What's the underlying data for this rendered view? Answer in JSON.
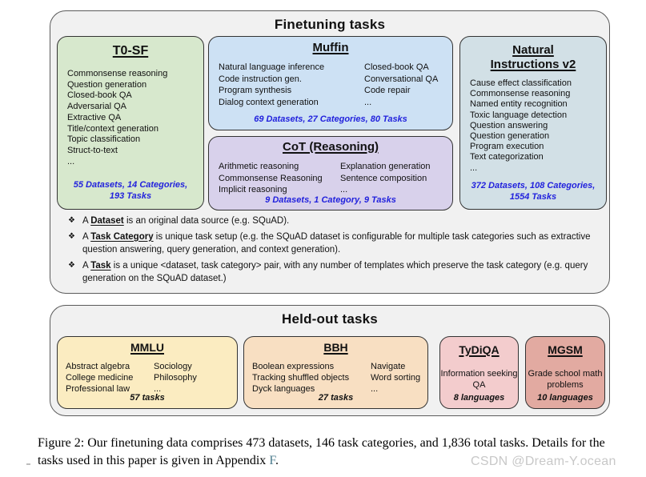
{
  "colors": {
    "panel_bg": "#f1f1f1",
    "panel_border": "#5b5b5b",
    "box_border": "#333333",
    "t0sf_bg": "#d7e8cd",
    "muffin_bg": "#cde1f4",
    "cot_bg": "#d8d1eb",
    "niv2_bg": "#d2e0e6",
    "mmlu_bg": "#fbecc1",
    "bbh_bg": "#f8dfc2",
    "tydiqa_bg": "#f3cccd",
    "mgsm_bg": "#e2aaa1",
    "stats_blue": "#2222dd",
    "link_teal": "#4d7d8e",
    "watermark_gray": "#c8c8c8"
  },
  "finetuning": {
    "title": "Finetuning tasks",
    "t0sf": {
      "title": "T0-SF",
      "items": [
        "Commonsense reasoning",
        "Question generation",
        "Closed-book QA",
        "Adversarial QA",
        "Extractive QA",
        "Title/context generation",
        "Topic classification",
        "Struct-to-text",
        "..."
      ],
      "stats": [
        "55 Datasets, 14 Categories,",
        "193 Tasks"
      ]
    },
    "muffin": {
      "title": "Muffin",
      "col1": [
        "Natural language inference",
        "Code instruction gen.",
        "Program synthesis",
        "Dialog context generation"
      ],
      "col2": [
        "Closed-book QA",
        "Conversational QA",
        "Code repair",
        "..."
      ],
      "stats": [
        "69 Datasets, 27 Categories, 80 Tasks"
      ]
    },
    "cot": {
      "title": "CoT (Reasoning)",
      "col1": [
        "Arithmetic reasoning",
        "Commonsense Reasoning",
        "Implicit reasoning"
      ],
      "col2": [
        "Explanation generation",
        "Sentence composition",
        "..."
      ],
      "stats": [
        "9 Datasets, 1 Category, 9 Tasks"
      ]
    },
    "niv2": {
      "title": "Natural Instructions v2",
      "items": [
        "Cause effect classification",
        "Commonsense reasoning",
        "Named entity recognition",
        "Toxic language detection",
        "Question answering",
        "Question generation",
        "Program execution",
        "Text categorization",
        "..."
      ],
      "stats": [
        "372 Datasets, 108 Categories,",
        "1554 Tasks"
      ]
    },
    "notes_bullet": "❖",
    "notes": [
      {
        "pre": "A ",
        "term": "Dataset",
        "post": " is an original data source (e.g. SQuAD)."
      },
      {
        "pre": "A ",
        "term": "Task Category",
        "post": " is unique task setup (e.g. the SQuAD dataset is configurable for multiple task categories such as extractive question answering, query generation, and context generation)."
      },
      {
        "pre": "A ",
        "term": "Task",
        "post": " is a unique <dataset, task category> pair, with any number of templates which preserve the task category (e.g. query generation on the SQuAD dataset.)"
      }
    ]
  },
  "heldout": {
    "title": "Held-out tasks",
    "mmlu": {
      "title": "MMLU",
      "col1": [
        "Abstract algebra",
        "College medicine",
        "Professional law"
      ],
      "col2": [
        "Sociology",
        "Philosophy",
        "..."
      ],
      "footer": "57 tasks"
    },
    "bbh": {
      "title": "BBH",
      "col1": [
        "Boolean expressions",
        "Tracking shuffled objects",
        "Dyck languages"
      ],
      "col2": [
        "Navigate",
        "Word sorting",
        "..."
      ],
      "footer": "27 tasks"
    },
    "tydiqa": {
      "title": "TyDiQA",
      "desc": "Information seeking QA",
      "footer": "8 languages"
    },
    "mgsm": {
      "title": "MGSM",
      "desc": "Grade school math problems",
      "footer": "10 languages"
    }
  },
  "caption": {
    "text_before_link": "Figure 2: Our finetuning data comprises 473 datasets, 146 task categories, and 1,836 total tasks. Details for the tasks used in this paper is given in Appendix ",
    "link": "F",
    "text_after_link": "."
  },
  "watermark": "CSDN @Dream-Y.ocean"
}
